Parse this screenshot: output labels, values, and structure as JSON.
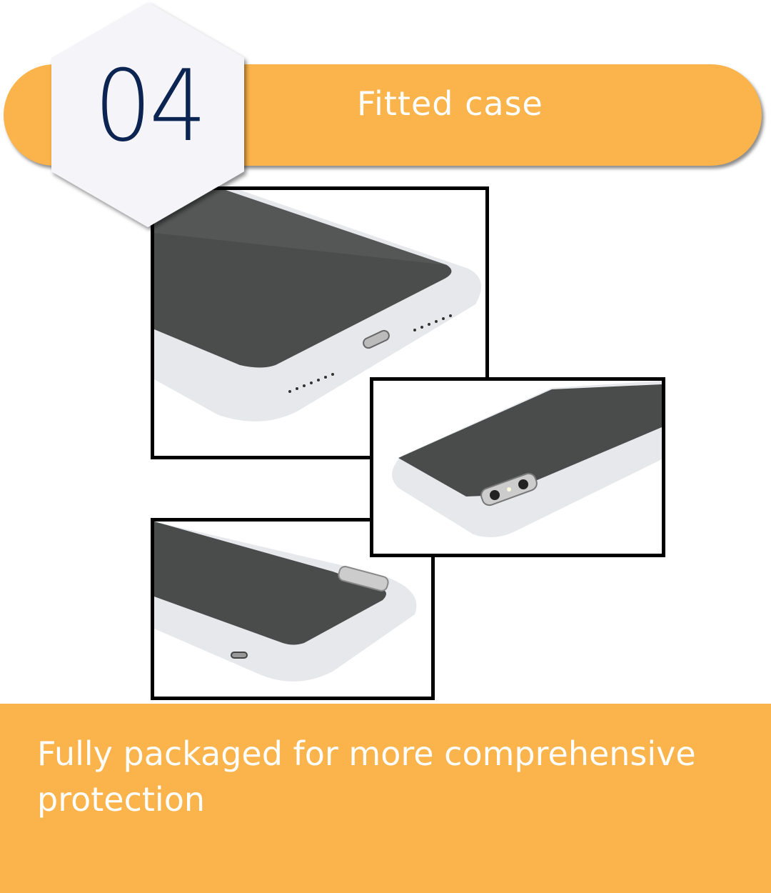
{
  "header": {
    "number": "04",
    "title": "Fitted case"
  },
  "photos": [
    {
      "label": "case-bottom-edge-photo"
    },
    {
      "label": "case-camera-corner-photo"
    },
    {
      "label": "case-side-photo"
    }
  ],
  "footer": {
    "text": "Fully packaged for more comprehensive protection"
  },
  "colors": {
    "accent": "#FBB34B",
    "number": "#0B2452",
    "hexagon": "#F5F4F8"
  }
}
